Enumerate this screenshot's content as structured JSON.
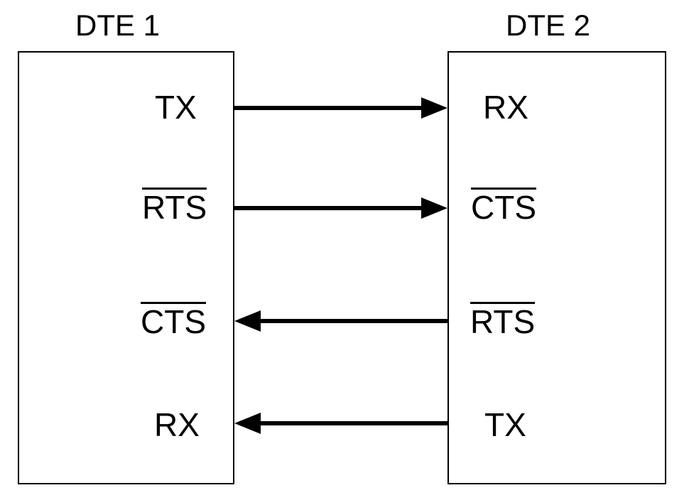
{
  "diagram": {
    "left_device": {
      "title": "DTE 1",
      "signals": [
        {
          "label": "TX",
          "overline": false
        },
        {
          "label": "RTS",
          "overline": true
        },
        {
          "label": "CTS",
          "overline": true
        },
        {
          "label": "RX",
          "overline": false
        }
      ]
    },
    "right_device": {
      "title": "DTE 2",
      "signals": [
        {
          "label": "RX",
          "overline": false
        },
        {
          "label": "CTS",
          "overline": true
        },
        {
          "label": "RTS",
          "overline": true
        },
        {
          "label": "TX",
          "overline": false
        }
      ]
    },
    "connections": [
      {
        "from": "DTE 1 TX",
        "to": "DTE 2 RX",
        "direction": "right"
      },
      {
        "from": "DTE 1 RTS",
        "to": "DTE 2 CTS",
        "direction": "right"
      },
      {
        "from": "DTE 2 RTS",
        "to": "DTE 1 CTS",
        "direction": "left"
      },
      {
        "from": "DTE 2 TX",
        "to": "DTE 1 RX",
        "direction": "left"
      }
    ],
    "colors": {
      "background": "#ffffff",
      "stroke": "#000000",
      "text": "#000000"
    }
  }
}
